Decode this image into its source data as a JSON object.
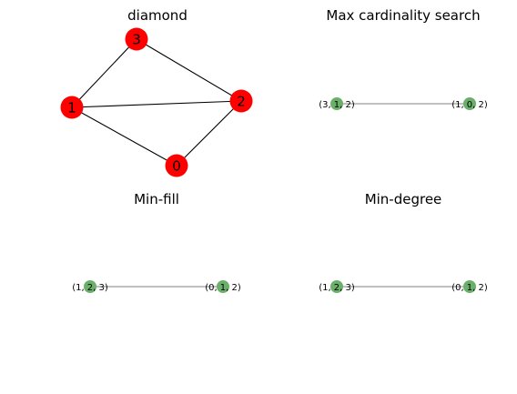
{
  "panels": {
    "diamond": {
      "title": "diamond",
      "node_color": "#ff0000",
      "nodes": [
        "0",
        "1",
        "2",
        "3"
      ],
      "edges": [
        [
          "3",
          "1"
        ],
        [
          "3",
          "2"
        ],
        [
          "1",
          "2"
        ],
        [
          "1",
          "0"
        ],
        [
          "0",
          "2"
        ]
      ]
    },
    "mcs": {
      "title": "Max cardinality search",
      "node_color": "#6aaf6a",
      "edge_color": "#808080",
      "nodes": [
        "(3, 1, 2)",
        "(1, 0, 2)"
      ]
    },
    "minfill": {
      "title": "Min-fill",
      "node_color": "#6aaf6a",
      "edge_color": "#808080",
      "nodes": [
        "(1, 2, 3)",
        "(0, 1, 2)"
      ]
    },
    "mindegree": {
      "title": "Min-degree",
      "node_color": "#6aaf6a",
      "edge_color": "#808080",
      "nodes": [
        "(1, 2, 3)",
        "(0, 1, 2)"
      ]
    }
  }
}
